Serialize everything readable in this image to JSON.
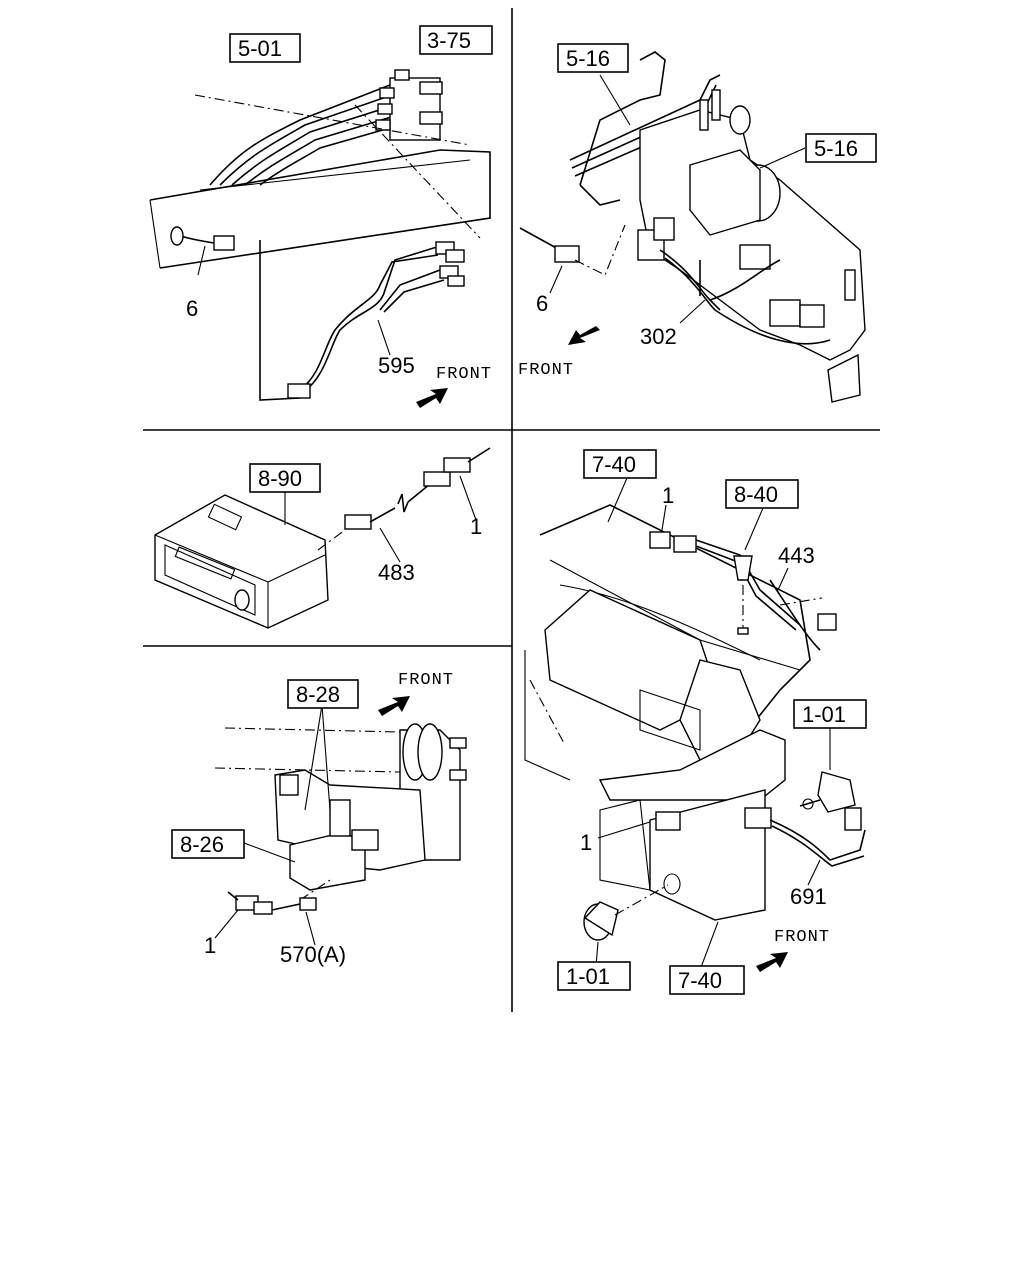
{
  "panels": {
    "top_left": {
      "refs": [
        "5-01",
        "3-75"
      ],
      "parts": [
        "6",
        "595"
      ],
      "direction": "FRONT"
    },
    "top_right": {
      "refs": [
        "5-16",
        "5-16"
      ],
      "parts": [
        "6",
        "302"
      ],
      "direction": "FRONT"
    },
    "mid_left": {
      "refs": [
        "8-90"
      ],
      "parts": [
        "483",
        "1"
      ]
    },
    "bottom_left": {
      "refs": [
        "8-28",
        "8-26"
      ],
      "parts": [
        "1",
        "570(A)"
      ],
      "direction": "FRONT"
    },
    "bottom_right": {
      "refs": [
        "7-40",
        "8-40",
        "1-01",
        "1-01",
        "7-40"
      ],
      "parts": [
        "1",
        "443",
        "1",
        "691"
      ],
      "direction": "FRONT"
    }
  }
}
